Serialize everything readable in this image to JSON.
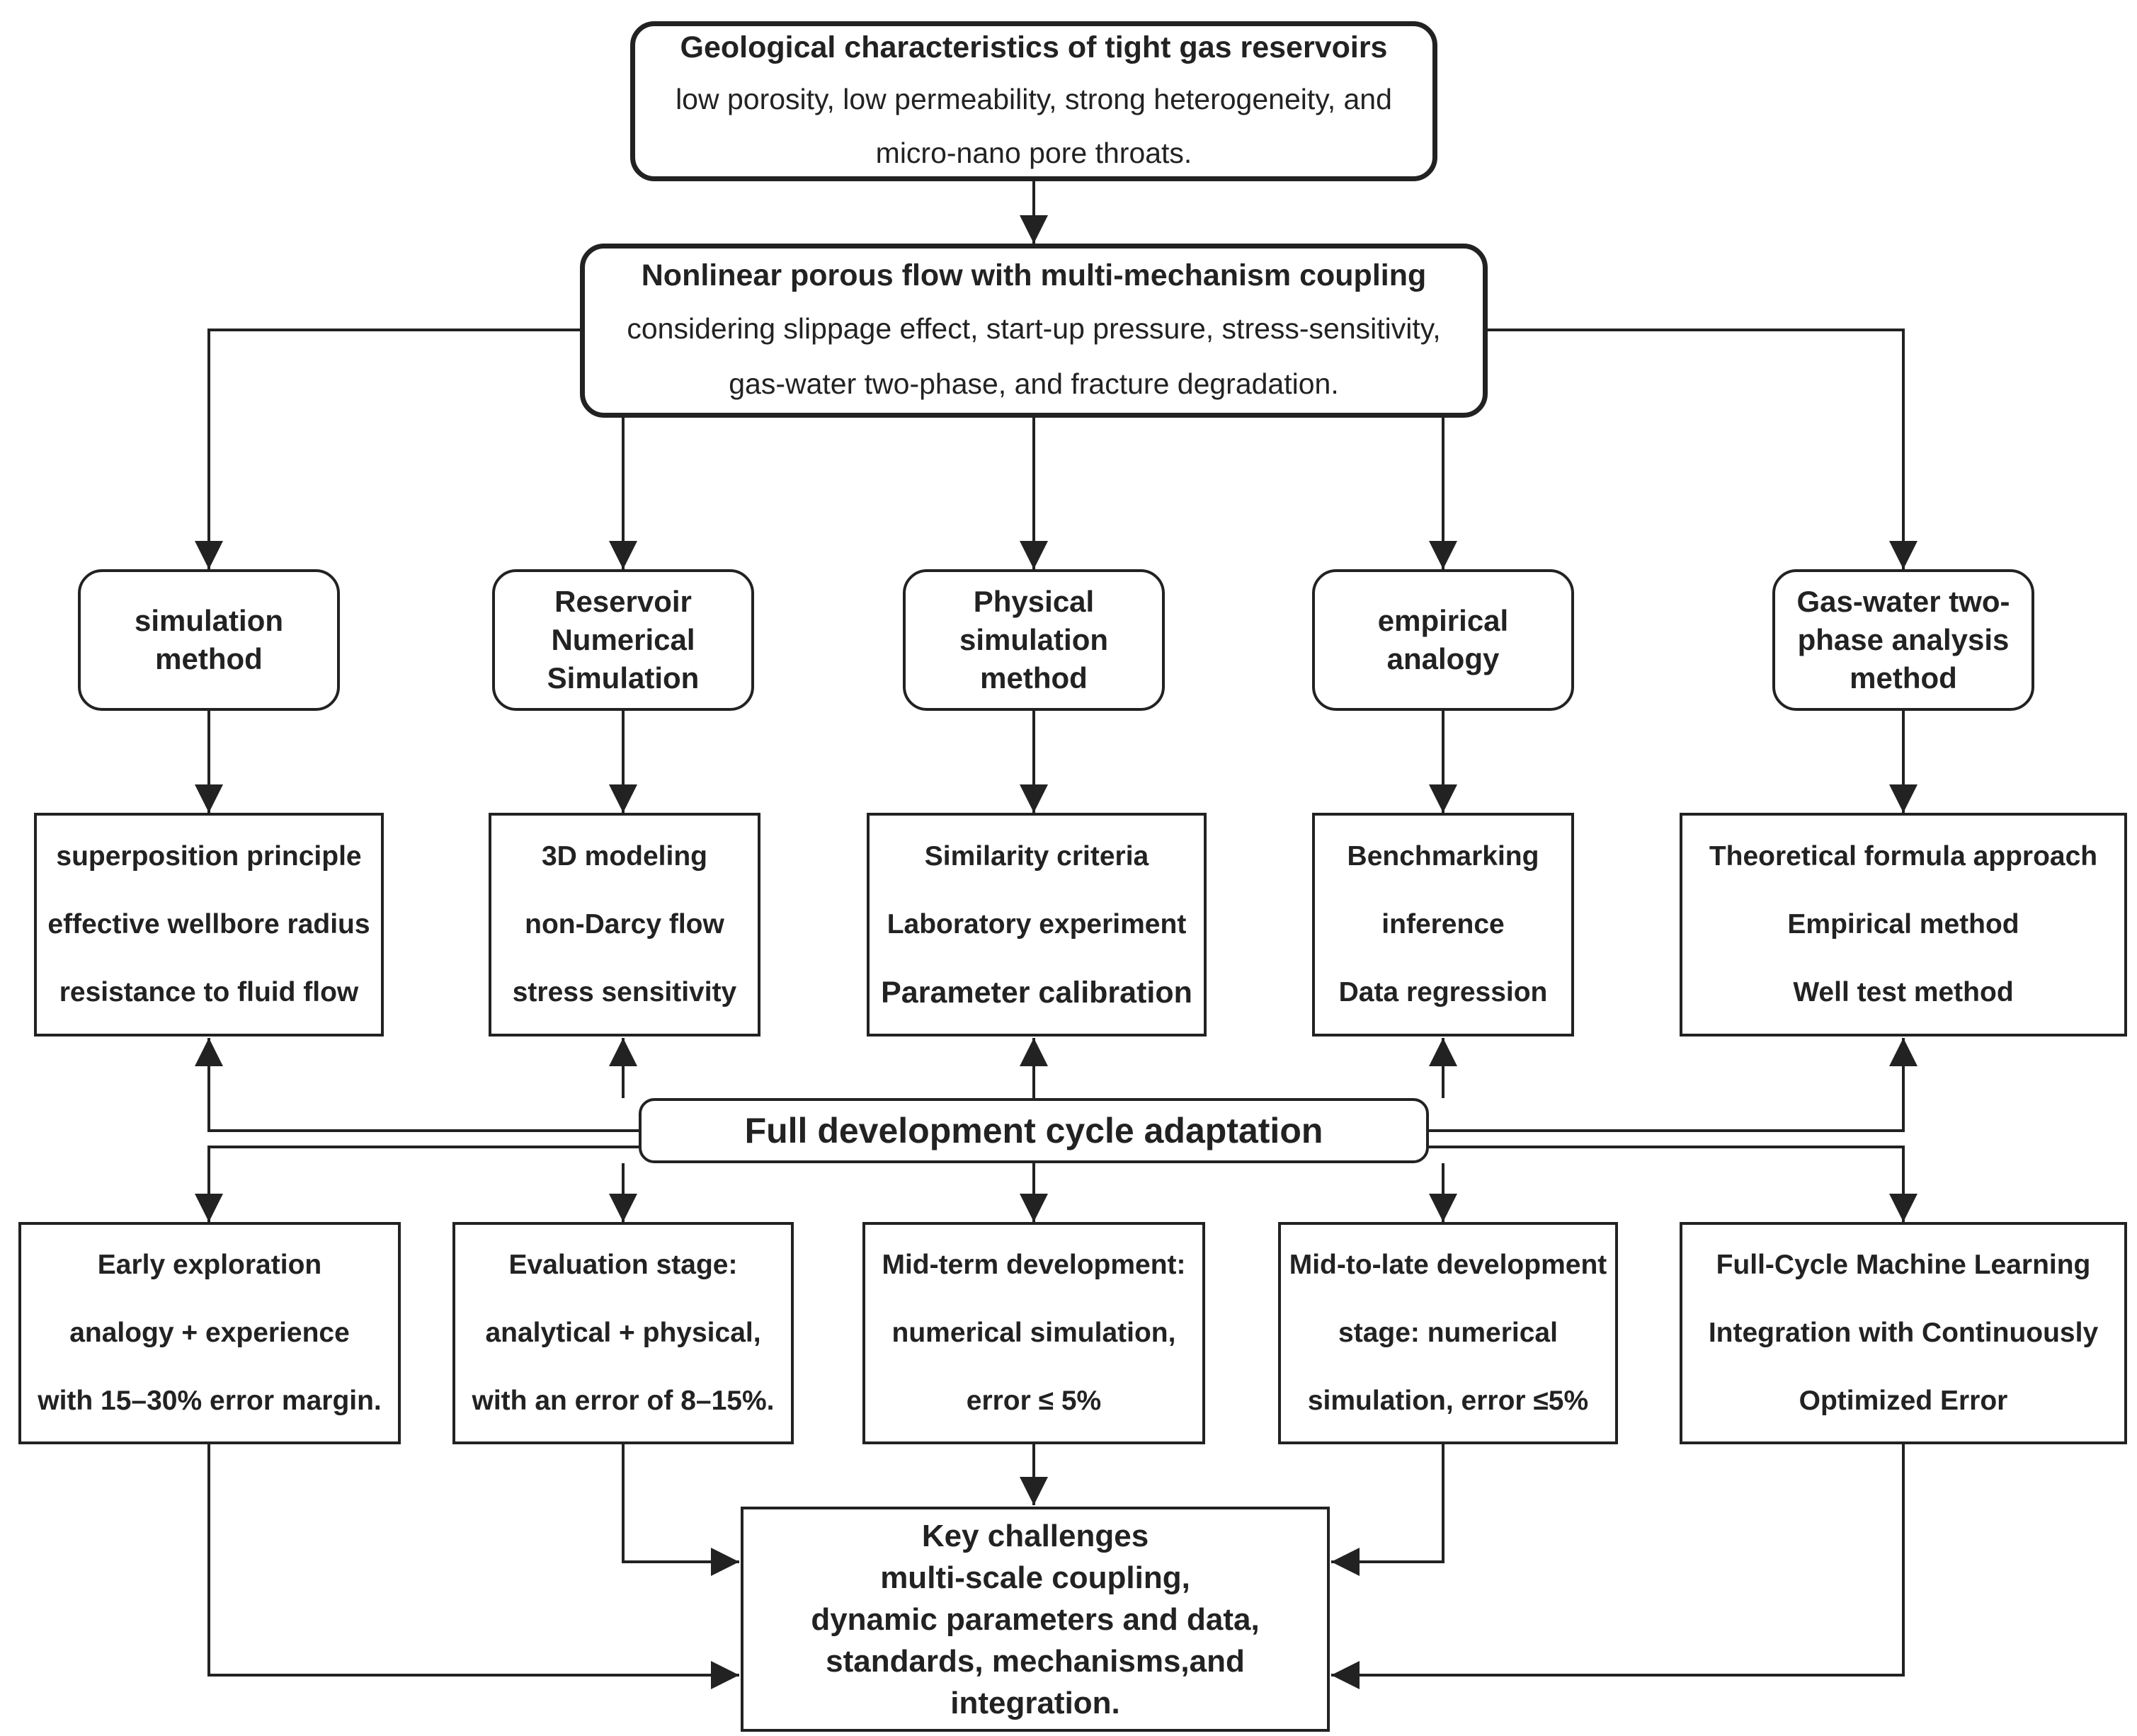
{
  "top": {
    "title": "Geological characteristics of tight gas reservoirs",
    "lines": [
      "low porosity, low permeability, strong heterogeneity, and",
      "micro-nano pore throats."
    ]
  },
  "nonlinear": {
    "title": "Nonlinear porous flow with multi-mechanism coupling",
    "lines": [
      "considering slippage effect, start-up pressure, stress-sensitivity,",
      "gas-water two-phase, and fracture degradation."
    ]
  },
  "methods": [
    {
      "lines": [
        "simulation",
        "method"
      ]
    },
    {
      "lines": [
        "Reservoir",
        "Numerical",
        "Simulation"
      ]
    },
    {
      "lines": [
        "Physical",
        "simulation",
        "method"
      ]
    },
    {
      "lines": [
        "empirical",
        "analogy"
      ]
    },
    {
      "lines": [
        "Gas-water two-",
        "phase analysis",
        "method"
      ]
    }
  ],
  "techniques": [
    {
      "lines": [
        "superposition principle",
        "effective wellbore radius",
        "resistance to fluid flow"
      ]
    },
    {
      "lines": [
        "3D modeling",
        "non-Darcy flow",
        "stress sensitivity"
      ]
    },
    {
      "lines": [
        "Similarity criteria",
        "Laboratory experiment",
        "Parameter calibration"
      ]
    },
    {
      "lines": [
        "Benchmarking",
        "inference",
        "Data regression"
      ]
    },
    {
      "lines": [
        "Theoretical formula approach",
        "Empirical method",
        "Well test method"
      ]
    }
  ],
  "hub": {
    "label": "Full development cycle adaptation"
  },
  "stages": [
    {
      "lines": [
        "Early exploration",
        "analogy + experience",
        "with 15–30% error margin."
      ]
    },
    {
      "lines": [
        "Evaluation stage:",
        "analytical + physical,",
        "with an error of 8–15%."
      ]
    },
    {
      "lines": [
        "Mid-term development:",
        "numerical simulation,",
        "error ≤ 5%"
      ]
    },
    {
      "lines": [
        "Mid-to-late development",
        "stage: numerical",
        "simulation, error ≤5%"
      ]
    },
    {
      "lines": [
        "Full-Cycle Machine Learning",
        "Integration with Continuously",
        "Optimized Error"
      ]
    }
  ],
  "challenges": {
    "lines": [
      "Key challenges",
      "multi-scale coupling,",
      "dynamic parameters and data,",
      "standards, mechanisms,and",
      "integration."
    ]
  }
}
